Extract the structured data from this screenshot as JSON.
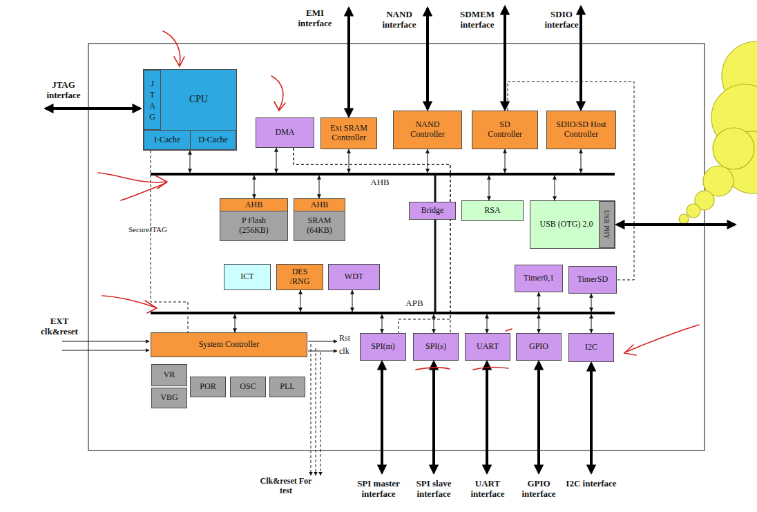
{
  "diagram": {
    "nodes": [
      {
        "text": [
          "CPU"
        ]
      },
      {
        "text": [
          "JTAG"
        ],
        "in": 0
      },
      {
        "text": [
          "I-Cache"
        ],
        "in": 0
      },
      {
        "text": [
          "D-Cache"
        ],
        "in": 0
      },
      {
        "text": [
          "DMA"
        ]
      },
      {
        "text": [
          "Ext SRAM Controller"
        ]
      },
      {
        "text": [
          "NAND Controller"
        ]
      },
      {
        "text": [
          "SD Controller"
        ]
      },
      {
        "text": [
          "SDIO/SD Host Controller"
        ]
      },
      {
        "text": [
          "AHB"
        ]
      },
      {
        "text": [
          "AHB",
          "P Flash (256KB)"
        ]
      },
      {
        "text": [
          "AHB",
          "SRAM (64KB)"
        ]
      },
      {
        "text": [
          "Bridge"
        ]
      },
      {
        "text": [
          "RSA"
        ]
      },
      {
        "text": [
          "USB (OTG) 2.0"
        ]
      },
      {
        "text": [
          "USB PHY"
        ],
        "in": 14
      },
      {
        "text": [
          "ICT"
        ]
      },
      {
        "text": [
          "DES /RNG"
        ]
      },
      {
        "text": [
          "WDT"
        ]
      },
      {
        "text": [
          "Timer0,1"
        ]
      },
      {
        "text": [
          "TimerSD"
        ]
      },
      {
        "text": [
          "APB"
        ]
      },
      {
        "text": [
          "System Controller"
        ]
      },
      {
        "text": [
          "SPI(m)"
        ]
      },
      {
        "text": [
          "SPI(s)"
        ]
      },
      {
        "text": [
          "UART"
        ]
      },
      {
        "text": [
          "GPIO"
        ]
      },
      {
        "text": [
          "I2C"
        ]
      },
      {
        "text": [
          "VR"
        ]
      },
      {
        "text": [
          "VBG"
        ]
      },
      {
        "text": [
          "POR"
        ]
      },
      {
        "text": [
          "OSC"
        ]
      },
      {
        "text": [
          "PLL"
        ]
      }
    ],
    "edges": [
      {
        "from": 0,
        "to": 9,
        "arrow": "both"
      },
      {
        "from": 4,
        "to": 9,
        "arrow": "both"
      },
      {
        "from": 5,
        "to": 9,
        "arrow": "both"
      },
      {
        "from": 6,
        "to": 9,
        "arrow": "both"
      },
      {
        "from": 7,
        "to": 9,
        "arrow": "both"
      },
      {
        "from": 8,
        "to": 9,
        "arrow": "both"
      },
      {
        "from": 10,
        "to": 9,
        "arrow": "both"
      },
      {
        "from": 11,
        "to": 9,
        "arrow": "both"
      },
      {
        "from": 13,
        "to": 9,
        "arrow": "both"
      },
      {
        "from": 14,
        "to": 9,
        "arrow": "both"
      },
      {
        "from": 9,
        "to": 12,
        "arrow": "none"
      },
      {
        "from": 12,
        "to": 21,
        "arrow": "none"
      },
      {
        "from": 17,
        "to": 21,
        "arrow": "both"
      },
      {
        "from": 18,
        "to": 21,
        "arrow": "both"
      },
      {
        "from": 19,
        "to": 21,
        "arrow": "both"
      },
      {
        "from": 20,
        "to": 21,
        "arrow": "both"
      },
      {
        "from": 22,
        "to": 21,
        "arrow": "both"
      },
      {
        "from": 23,
        "to": 21,
        "arrow": "both"
      },
      {
        "from": 24,
        "to": 21,
        "arrow": "both"
      },
      {
        "from": 25,
        "to": 21,
        "arrow": "both"
      },
      {
        "from": 26,
        "to": 21,
        "arrow": "both"
      },
      {
        "from": 27,
        "to": 21,
        "arrow": "both"
      },
      {
        "from": 4,
        "to": 23,
        "arrow": "none"
      },
      {
        "from": 4,
        "to": 24,
        "arrow": "none"
      },
      {
        "from": 7,
        "to": 20,
        "arrow": "none"
      },
      {
        "from": 0,
        "to": 22,
        "arrow": "none",
        "label": "SecureJTAG"
      }
    ],
    "labels": [
      "EMI interface",
      "NAND interface",
      "SDMEM interface",
      "SDIO interface",
      "JTAG interface",
      "EXT clk&reset",
      "Rst",
      "clk",
      "Clk&reset For test",
      "SPI master interface",
      "SPI slave interface",
      "UART interface",
      "GPIO interface",
      "I2C interface"
    ]
  }
}
